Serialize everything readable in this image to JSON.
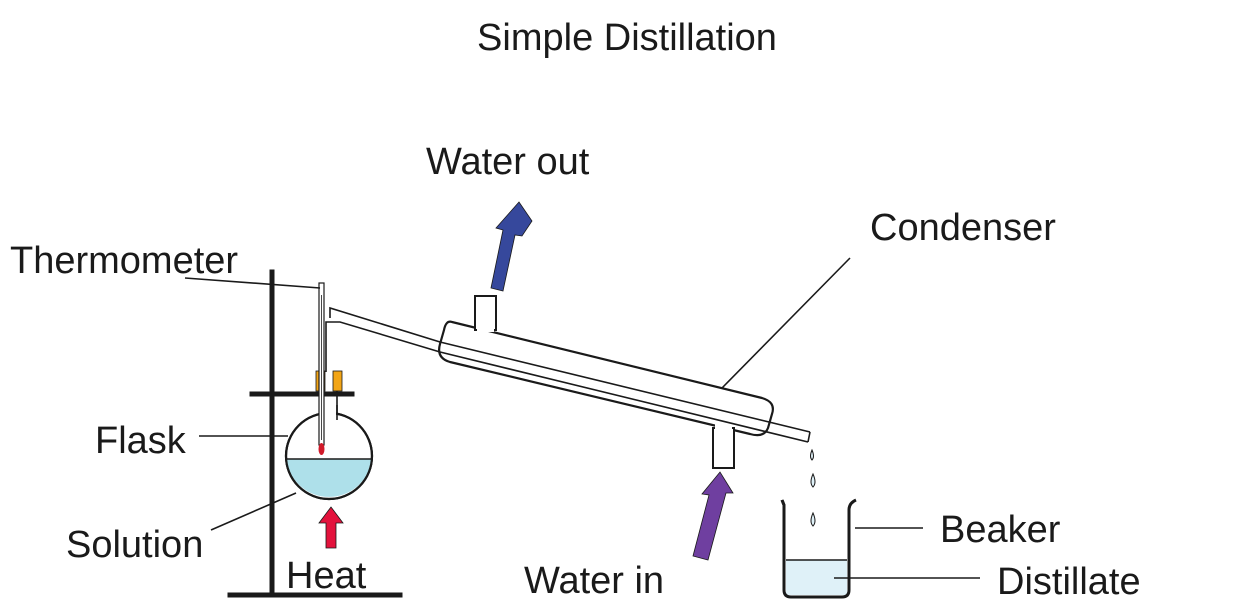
{
  "title": "Simple Distillation",
  "labels": {
    "thermometer": "Thermometer",
    "water_out": "Water out",
    "condenser": "Condenser",
    "flask": "Flask",
    "solution": "Solution",
    "heat": "Heat",
    "water_in": "Water in",
    "beaker": "Beaker",
    "distillate": "Distillate"
  },
  "colors": {
    "liquid": "#aee0ea",
    "distillate": "#dff1f8",
    "stopper": "#f2a516",
    "heat_arrow": "#e3123c",
    "water_out_arrow": "#36489c",
    "water_in_arrow": "#6f3fa0",
    "thermometer_bulb": "#d11a2a"
  }
}
